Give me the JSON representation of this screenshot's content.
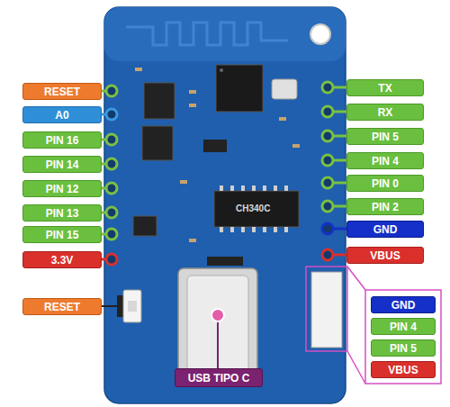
{
  "diagram": {
    "nodes": [
      {
        "text": [
          "RESET"
        ]
      },
      {
        "text": [
          "TX"
        ]
      },
      {
        "text": [
          "A0"
        ]
      },
      {
        "text": [
          "RX"
        ]
      },
      {
        "text": [
          "PIN 16"
        ]
      },
      {
        "text": [
          "PIN 5"
        ]
      },
      {
        "text": [
          "PIN 14"
        ]
      },
      {
        "text": [
          "PIN 4"
        ]
      },
      {
        "text": [
          "PIN 12"
        ]
      },
      {
        "text": [
          "PIN 0"
        ]
      },
      {
        "text": [
          "PIN 13"
        ]
      },
      {
        "text": [
          "PIN 2"
        ]
      },
      {
        "text": [
          "PIN 15"
        ]
      },
      {
        "text": [
          "GND"
        ]
      },
      {
        "text": [
          "3.3V"
        ]
      },
      {
        "text": [
          "VBUS"
        ]
      },
      {
        "text": [
          "RESET"
        ]
      },
      {
        "text": [
          "GND"
        ]
      },
      {
        "text": [
          "PIN 4"
        ]
      },
      {
        "text": [
          "PIN 5"
        ]
      },
      {
        "text": [
          "VBUS"
        ]
      },
      {
        "text": [
          "USB TIPO C"
        ]
      }
    ],
    "labels": [
      "CH340C"
    ]
  }
}
